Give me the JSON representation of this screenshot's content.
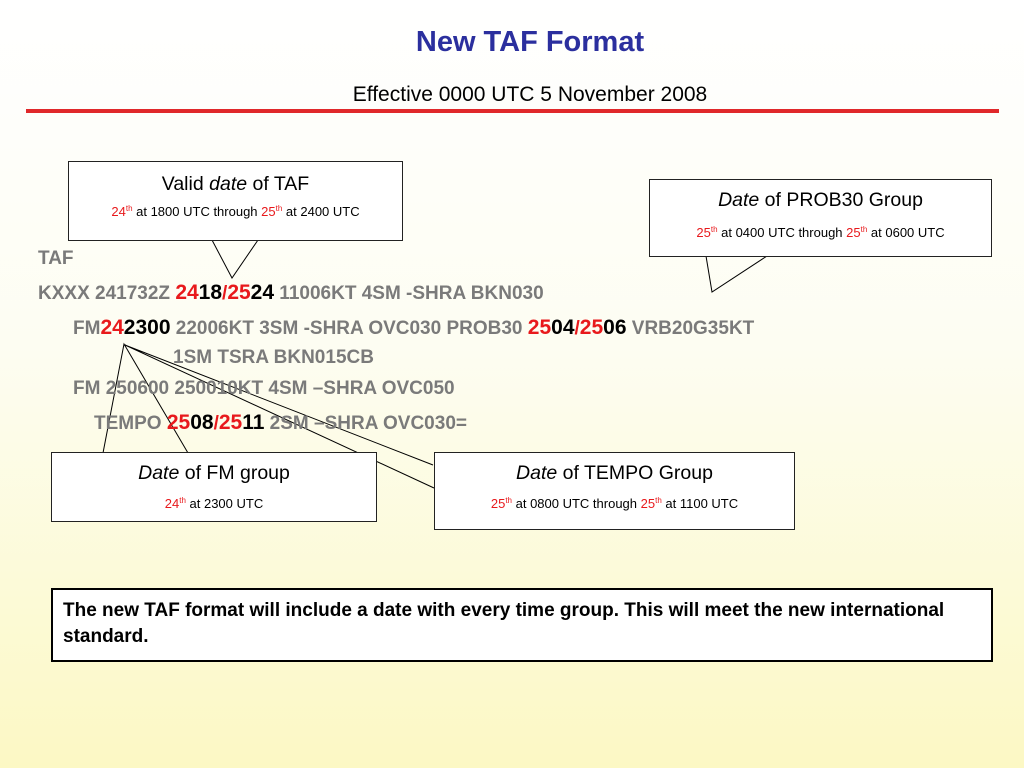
{
  "slide": {
    "title": "New TAF Format",
    "subtitle": "Effective 0000 UTC 5 November 2008"
  },
  "boxes": {
    "valid": {
      "head_pre": "Valid ",
      "head_em": "date",
      "head_post": " of TAF",
      "d1": "24",
      "s1": "th",
      "t1": " at 1800 UTC through ",
      "d2": "25",
      "s2": "th",
      "t2": " at 2400 UTC"
    },
    "prob": {
      "head_em": "Date",
      "head_post": " of PROB30 Group",
      "d1": "25",
      "s1": "th",
      "t1": " at 0400 UTC through ",
      "d2": "25",
      "s2": "th",
      "t2": " at 0600 UTC"
    },
    "fm": {
      "head_em": "Date",
      "head_post": " of FM group",
      "d1": "24",
      "s1": "th",
      "t1": " at 2300 UTC"
    },
    "tempo": {
      "head_em": "Date",
      "head_post": " of TEMPO Group",
      "d1": "25",
      "s1": "th",
      "t1": " at 0800 UTC through ",
      "d2": "25",
      "s2": "th",
      "t2": " at 1100 UTC"
    }
  },
  "taf": {
    "l0": "TAF",
    "l1_a": "KXXX 241732Z ",
    "l1_b": "24",
    "l1_c": "18",
    "l1_d": "/",
    "l1_e": "25",
    "l1_f": "24",
    "l1_g": " 11006KT 4SM -SHRA BKN030",
    "l2_a": "FM",
    "l2_b": "24",
    "l2_c": "2300",
    "l2_d": " 22006KT 3SM -SHRA OVC030 PROB30 ",
    "l2_e": "25",
    "l2_f": "04",
    "l2_g": "/",
    "l2_h": "25",
    "l2_i": "06",
    "l2_j": " VRB20G35KT",
    "l3": "1SM TSRA BKN015CB",
    "l4": "FM 250600 250010KT 4SM –SHRA OVC050",
    "l5_a": "TEMPO ",
    "l5_b": "25",
    "l5_c": "08",
    "l5_d": "/",
    "l5_e": "25",
    "l5_f": "11",
    "l5_g": " 2SM –SHRA OVC030="
  },
  "note": {
    "text": "The new TAF format will include a date with every time group.  This will meet the new international standard."
  }
}
